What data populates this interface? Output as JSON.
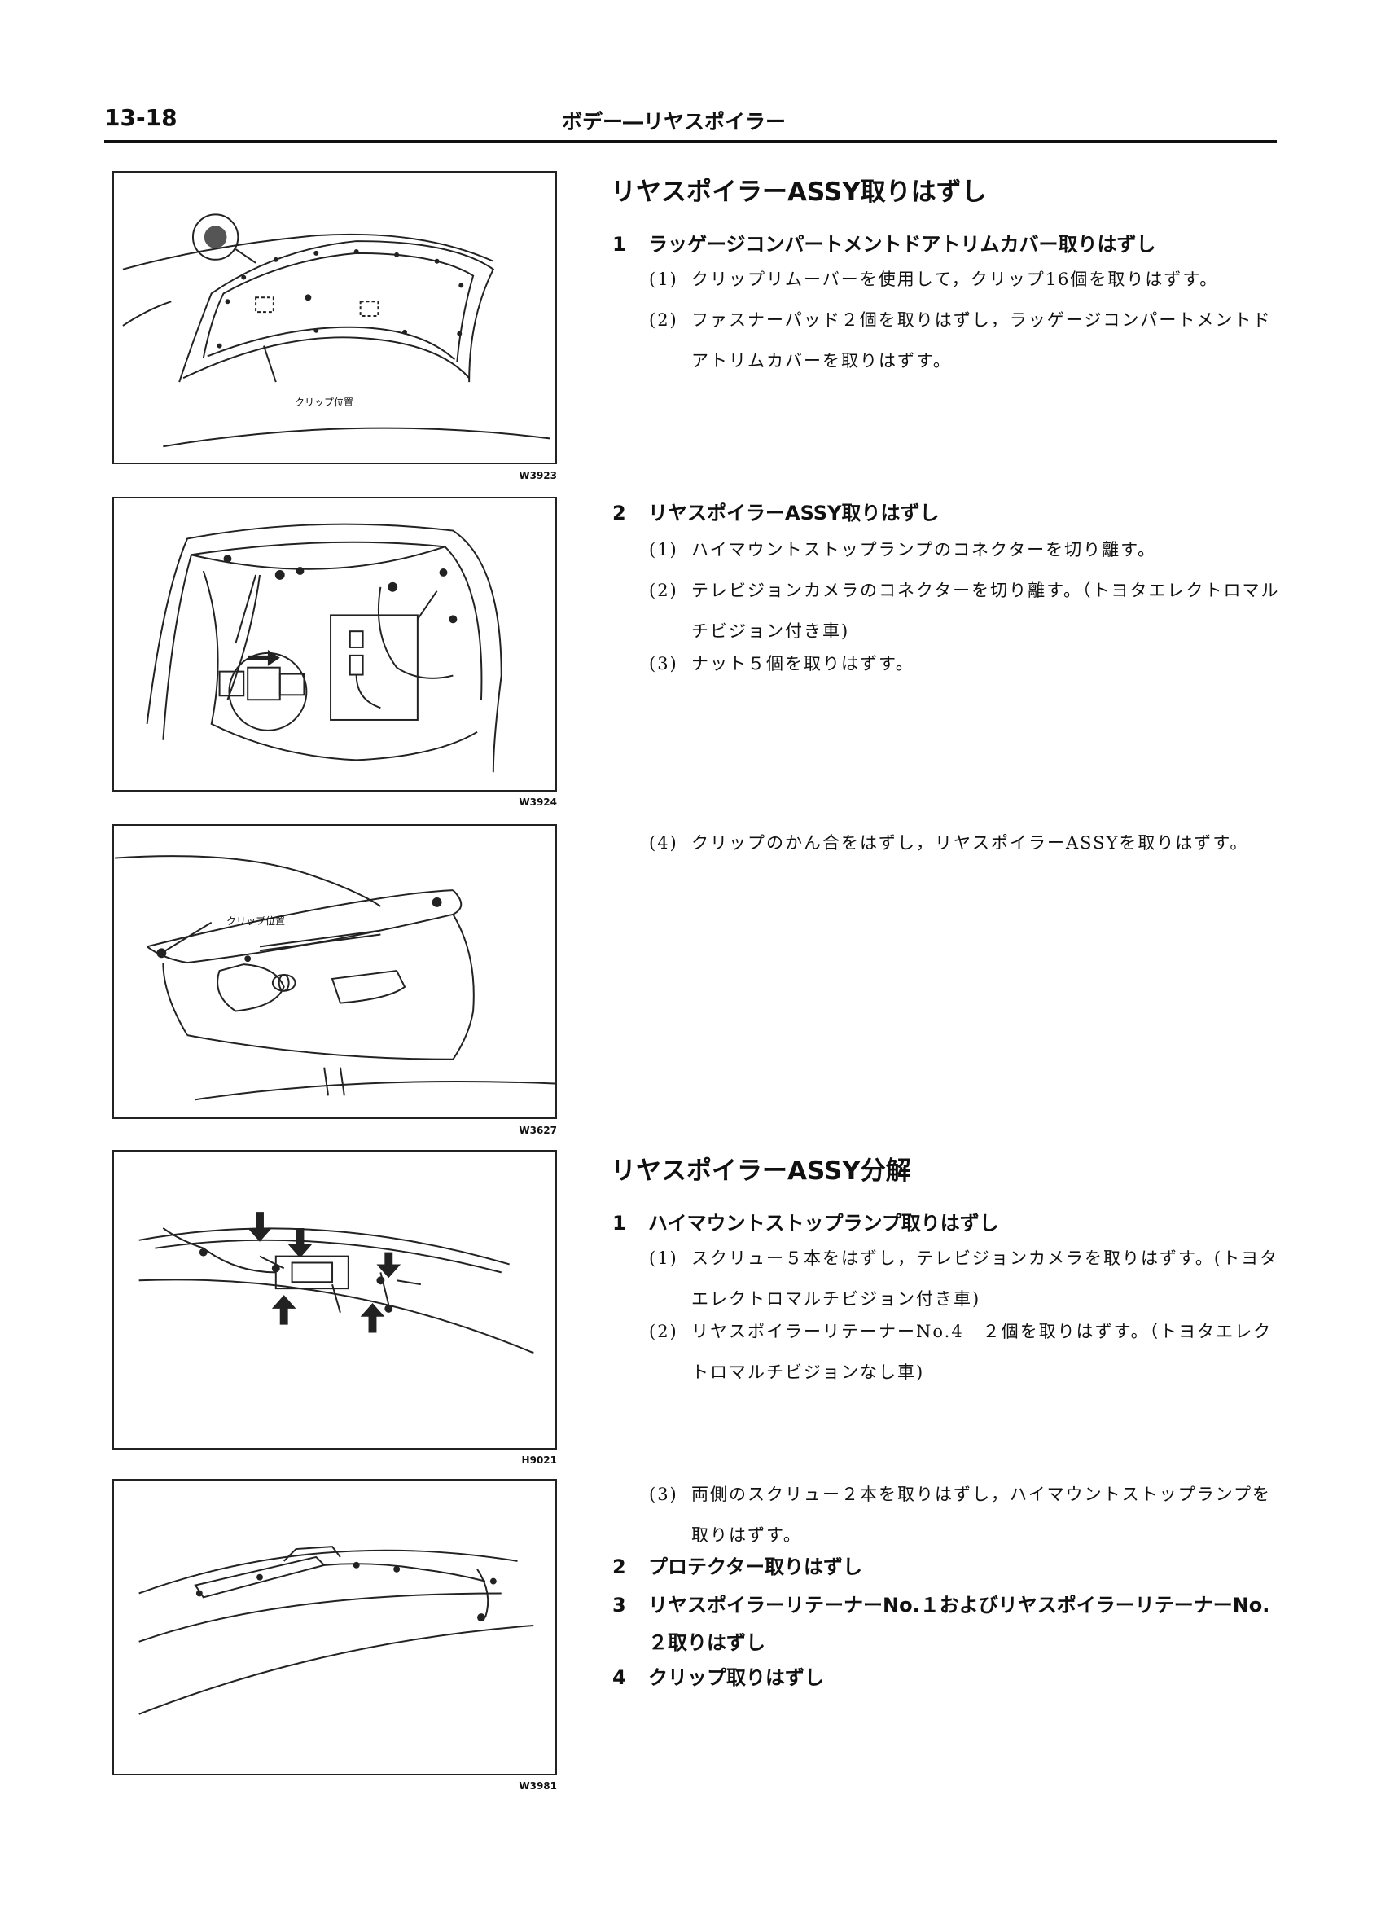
{
  "header": {
    "page_number": "13-18",
    "title": "ボデー―リヤスポイラー"
  },
  "figures": [
    {
      "code": "W3923",
      "label": "クリップ位置"
    },
    {
      "code": "W3924"
    },
    {
      "code": "W3627",
      "label": "クリップ位置"
    },
    {
      "code": "H9021"
    },
    {
      "code": "W3981"
    }
  ],
  "removal": {
    "title": "リヤスポイラーASSY取りはずし",
    "step1": {
      "num": "1",
      "title": "ラッゲージコンパートメントドアトリムカバー取りはずし",
      "subs": [
        {
          "num": "(1)",
          "text": "クリップリムーバーを使用して，クリップ16個を取りはずす。"
        },
        {
          "num": "(2)",
          "text": "ファスナーパッド２個を取りはずし，ラッゲージコンパートメントドアトリムカバーを取りはずす。"
        }
      ]
    },
    "step2": {
      "num": "2",
      "title": "リヤスポイラーASSY取りはずし",
      "subs": [
        {
          "num": "(1)",
          "text": "ハイマウントストップランプのコネクターを切り離す。"
        },
        {
          "num": "(2)",
          "text": "テレビジョンカメラのコネクターを切り離す。（トヨタエレクトロマルチビジョン付き車)"
        },
        {
          "num": "(3)",
          "text": "ナット５個を取りはずす。"
        },
        {
          "num": "(4)",
          "text": "クリップのかん合をはずし，リヤスポイラーASSYを取りはずす。"
        }
      ]
    }
  },
  "disassembly": {
    "title": "リヤスポイラーASSY分解",
    "step1": {
      "num": "1",
      "title": "ハイマウントストップランプ取りはずし",
      "subs": [
        {
          "num": "(1)",
          "text": "スクリュー５本をはずし，テレビジョンカメラを取りはずす。(トヨタエレクトロマルチビジョン付き車)"
        },
        {
          "num": "(2)",
          "text": "リヤスポイラーリテーナーNo.4　２個を取りはずす。（トヨタエレクトロマルチビジョンなし車)"
        },
        {
          "num": "(3)",
          "text": "両側のスクリュー２本を取りはずし，ハイマウントストップランプを取りはずす。"
        }
      ]
    },
    "step2": {
      "num": "2",
      "title": "プロテクター取りはずし"
    },
    "step3": {
      "num": "3",
      "title": "リヤスポイラーリテーナーNo.１およびリヤスポイラーリテーナーNo.２取りはずし"
    },
    "step4": {
      "num": "4",
      "title": "クリップ取りはずし"
    }
  }
}
